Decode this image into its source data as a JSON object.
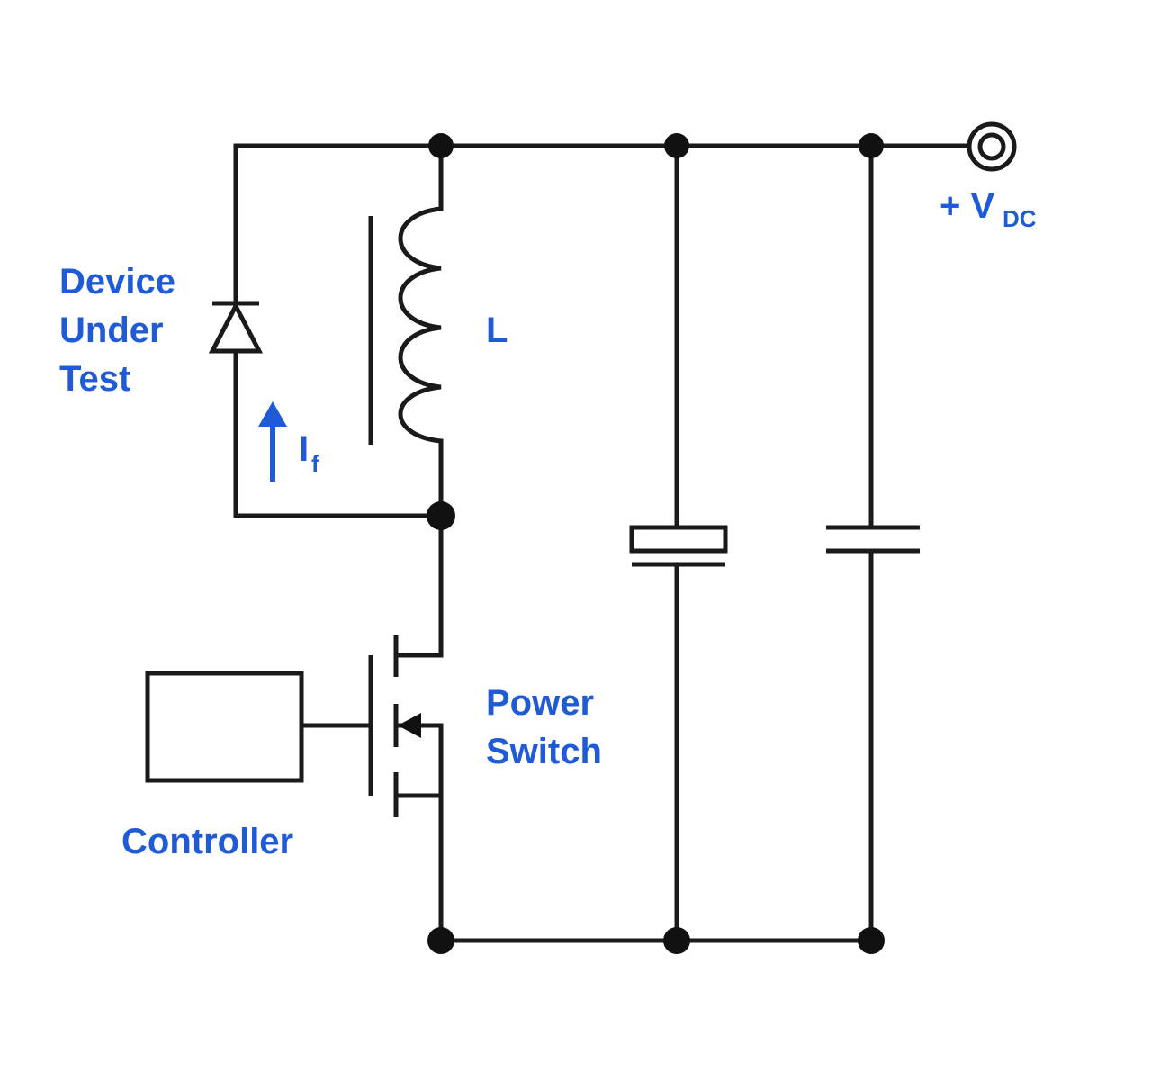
{
  "labels": {
    "dut_line1": "Device",
    "dut_line2": "Under",
    "dut_line3": "Test",
    "inductor": "L",
    "current": "I",
    "current_sub": "f",
    "switch_line1": "Power",
    "switch_line2": "Switch",
    "controller": "Controller",
    "supply_prefix": "+ V",
    "supply_sub": "DC"
  },
  "colors": {
    "label": "#1f5bd6",
    "wire": "#1a1a1a",
    "background": "#ffffff"
  },
  "icons": {
    "terminal": "double-ring-terminal-icon",
    "arrow": "up-arrow-icon",
    "diode": "diode-icon",
    "inductor": "inductor-coil-icon",
    "mosfet": "n-channel-mosfet-icon",
    "capacitor_polarized": "polarized-capacitor-icon",
    "capacitor": "capacitor-icon"
  }
}
